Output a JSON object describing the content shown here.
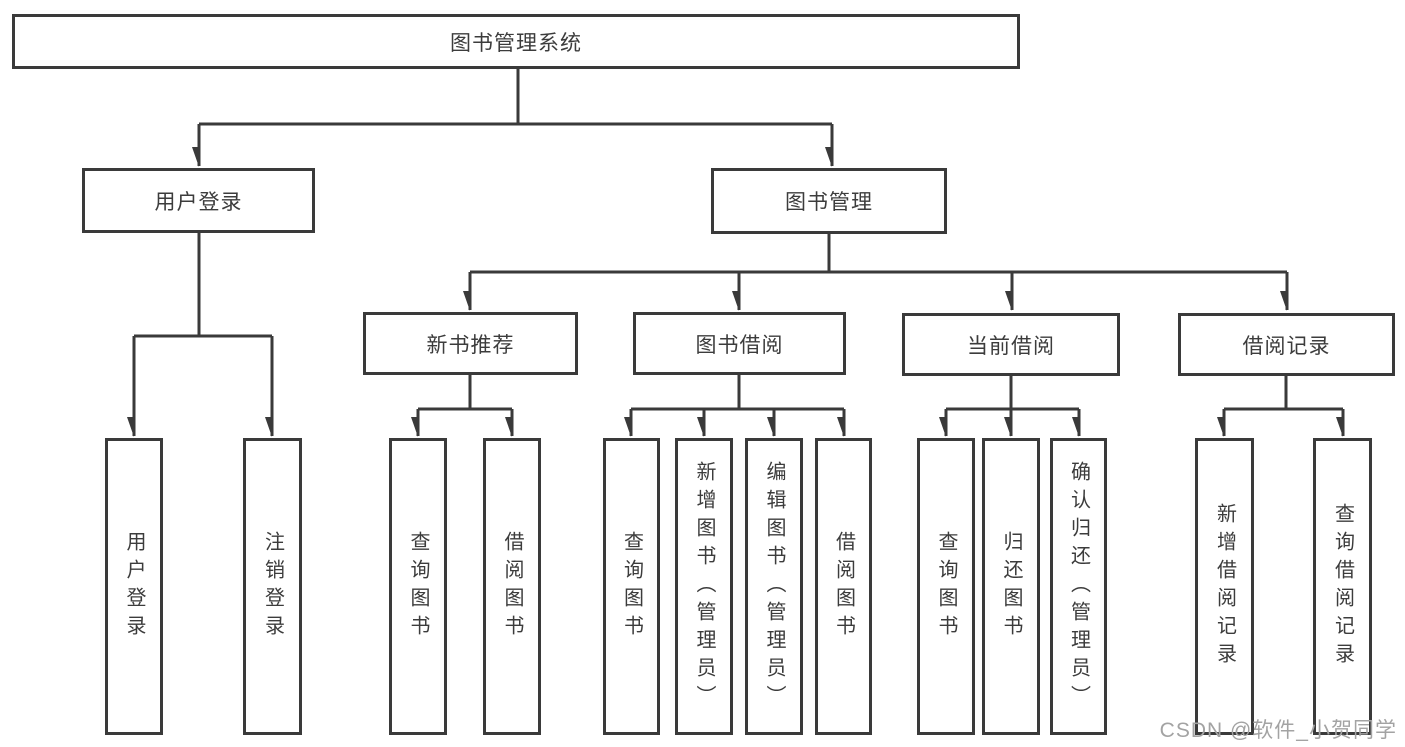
{
  "diagram": {
    "root": "图书管理系统",
    "branches": [
      {
        "label": "用户登录",
        "children": [
          {
            "label": "用户登录"
          },
          {
            "label": "注销登录"
          }
        ]
      },
      {
        "label": "图书管理",
        "children": [
          {
            "label": "新书推荐",
            "children": [
              {
                "label": "查询图书"
              },
              {
                "label": "借阅图书"
              }
            ]
          },
          {
            "label": "图书借阅",
            "children": [
              {
                "label": "查询图书"
              },
              {
                "label": "新增图书（管理员）"
              },
              {
                "label": "编辑图书（管理员）"
              },
              {
                "label": "借阅图书"
              }
            ]
          },
          {
            "label": "当前借阅",
            "children": [
              {
                "label": "查询图书"
              },
              {
                "label": "归还图书"
              },
              {
                "label": "确认归还（管理员）"
              }
            ]
          },
          {
            "label": "借阅记录",
            "children": [
              {
                "label": "新增借阅记录"
              },
              {
                "label": "查询借阅记录"
              }
            ]
          }
        ]
      }
    ]
  },
  "watermark": "CSDN @软件_小贺同学",
  "colors": {
    "line": "#3a3a3a",
    "text": "#3c3c3c",
    "watermark": "#a3a3a3",
    "background": "#ffffff"
  }
}
